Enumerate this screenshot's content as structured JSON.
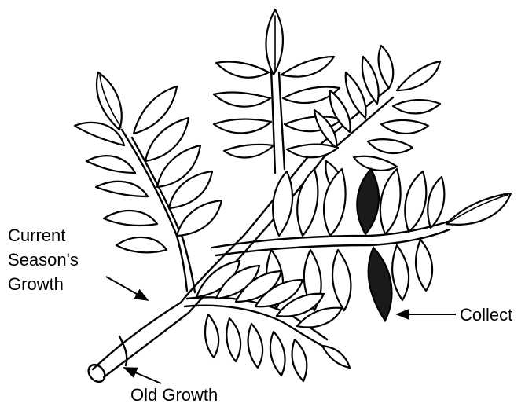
{
  "labels": {
    "current_season": [
      "Current",
      "Season's",
      "Growth"
    ],
    "collect": "Collect",
    "old_growth": "Old Growth"
  },
  "colors": {
    "line": "#000000",
    "background": "#ffffff",
    "collect_leaflets": "#1a1a1a"
  }
}
